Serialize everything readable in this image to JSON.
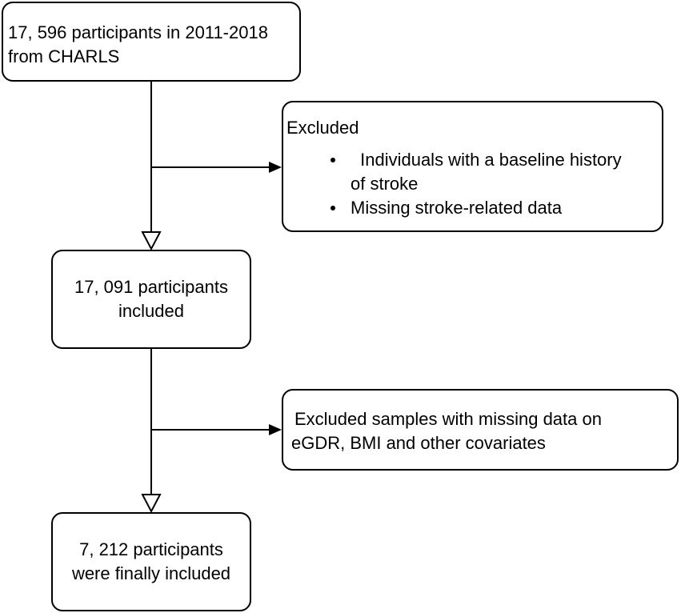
{
  "start_box": {
    "line1": "17, 596 participants in 2011-2018",
    "line2": "from CHARLS"
  },
  "exclusion_box_1": {
    "heading": "Excluded",
    "items": [
      {
        "line1": " Individuals with a baseline history",
        "line2": "of stroke"
      },
      {
        "line1": "Missing stroke-related data"
      }
    ]
  },
  "included_box": {
    "line1": "17, 091 participants",
    "line2": "included"
  },
  "exclusion_box_2": {
    "line1": "Excluded samples with missing data on",
    "line2": "eGDR, BMI and other covariates"
  },
  "final_box": {
    "line1": "7, 212 participants",
    "line2": "were finally included"
  }
}
